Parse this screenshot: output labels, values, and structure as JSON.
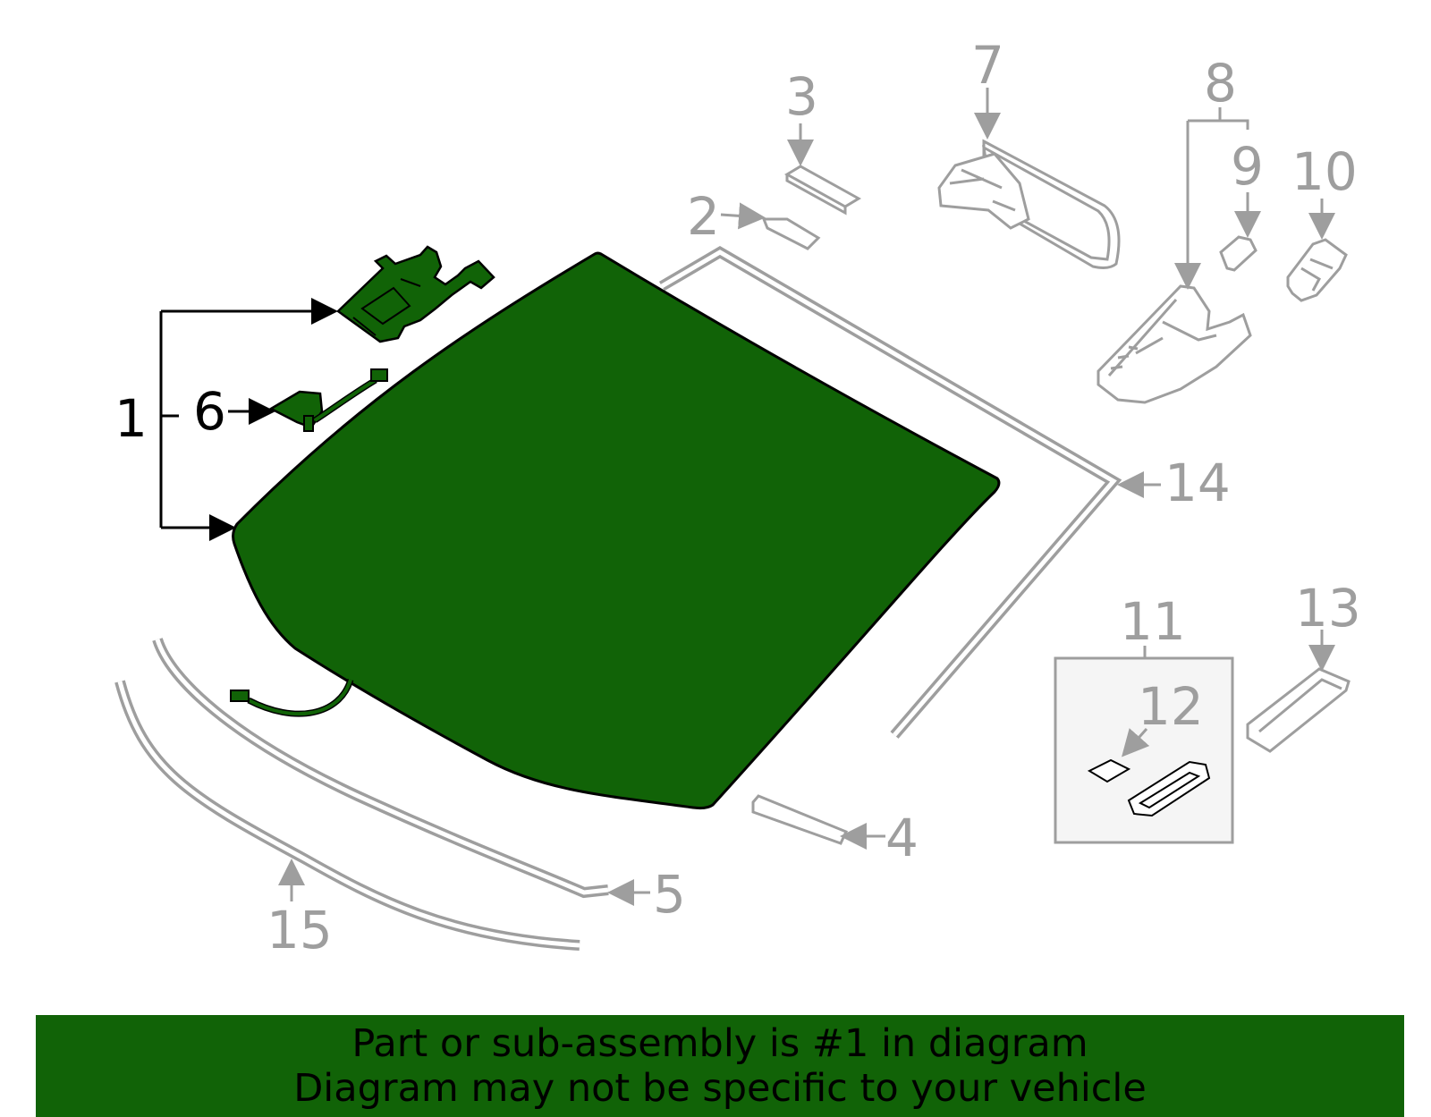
{
  "colors": {
    "highlight": "#116307",
    "dim": "#9e9e9e",
    "outline": "#000000",
    "background": "#ffffff"
  },
  "callouts": {
    "c1": "1",
    "c2": "2",
    "c3": "3",
    "c4": "4",
    "c5": "5",
    "c6": "6",
    "c7": "7",
    "c8": "8",
    "c9": "9",
    "c10": "10",
    "c11": "11",
    "c12": "12",
    "c13": "13",
    "c14": "14",
    "c15": "15"
  },
  "highlighted_callouts": [
    "1",
    "6"
  ],
  "banner": {
    "line1": "Part or sub-assembly is #1 in diagram",
    "line2": "Diagram may not be specific to your vehicle"
  }
}
